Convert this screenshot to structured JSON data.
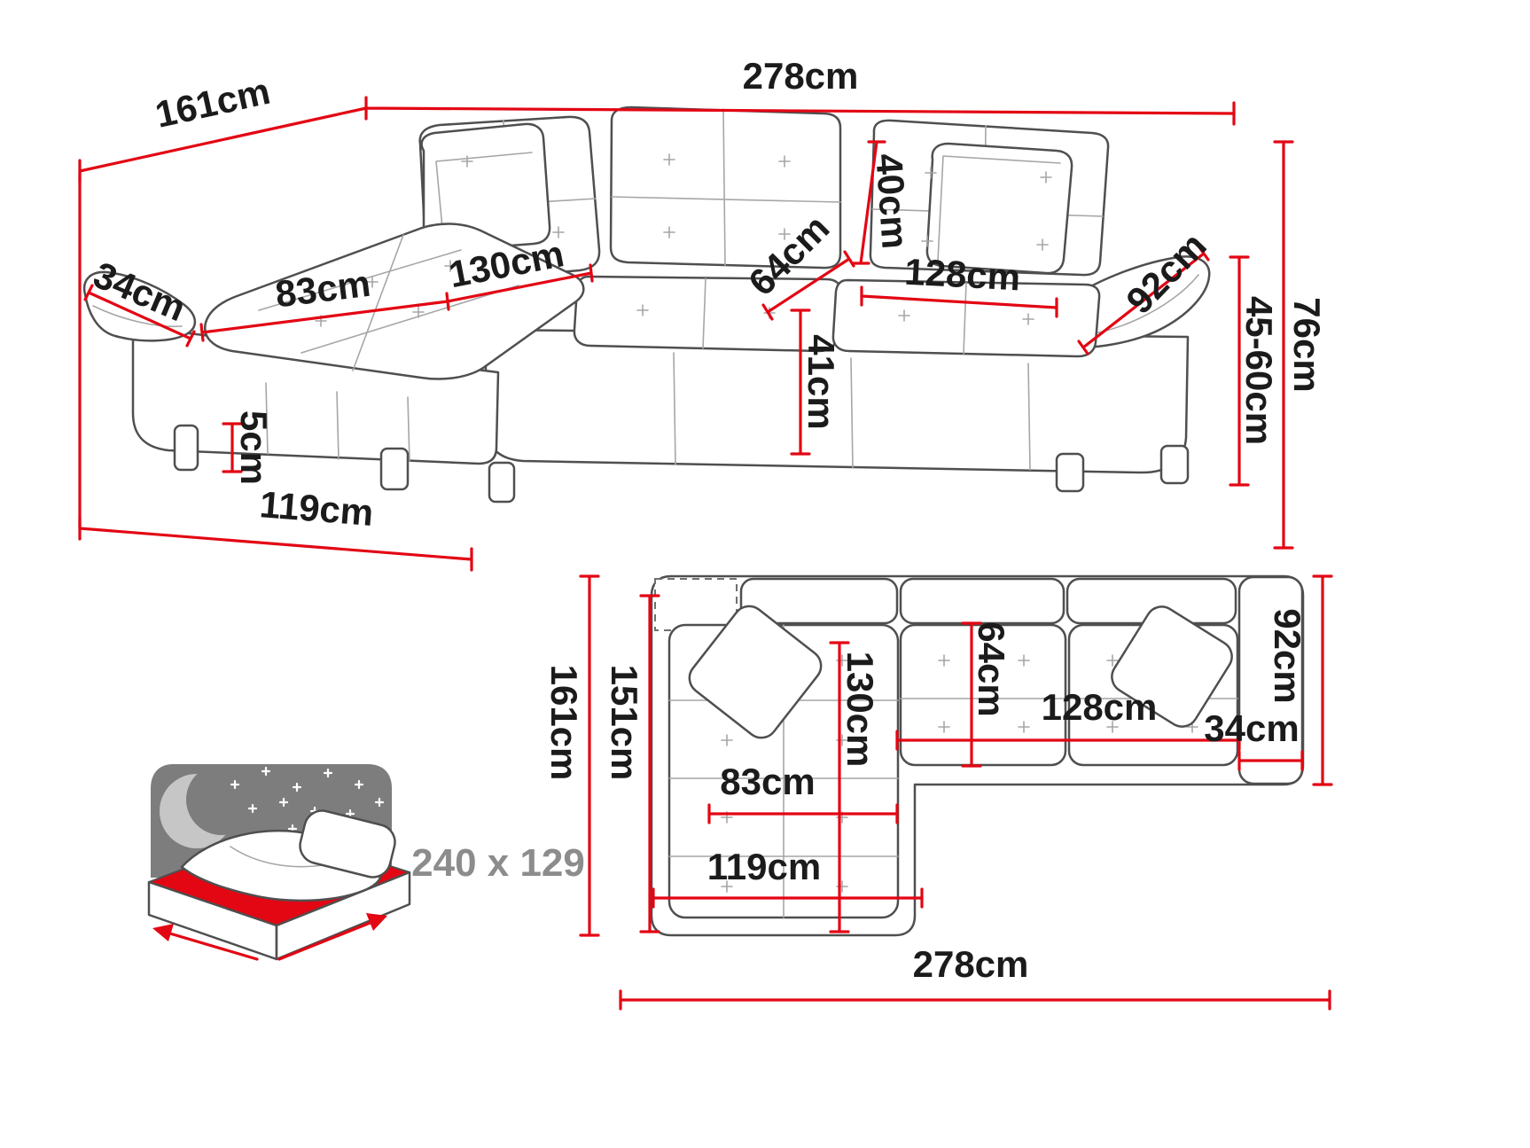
{
  "diagram": {
    "description": "Corner sofa bed dimensions diagram with perspective view, top view and fold-out sleeping function icon"
  },
  "colors": {
    "dimension_red": "#e30613",
    "outline_gray": "#4f4f4f",
    "seam_gray": "#a6a6a6",
    "headboard_gray": "#7d7d7d",
    "moon_gray": "#c6c6c6",
    "label_black": "#1b1b1b",
    "sleeping_label_gray": "#8c8c8c"
  },
  "perspective_view": {
    "labels": {
      "total_width": "278cm",
      "total_depth": "161cm",
      "headrest_height": "40cm",
      "seat_depth": "64cm",
      "seat_width": "128cm",
      "armrest_length": "92cm",
      "total_height": "76cm",
      "seat_height_range": "45-60cm",
      "armrest_width": "34cm",
      "chaise_seat_width": "83cm",
      "chaise_length": "130cm",
      "seat_height": "41cm",
      "leg_height": "5cm",
      "chaise_width": "119cm"
    }
  },
  "plan_view": {
    "labels": {
      "total_depth": "161cm",
      "inner_depth": "151cm",
      "chaise_length": "130cm",
      "seat_depth": "64cm",
      "seat_width": "128cm",
      "armrest_width": "34cm",
      "armrest_length": "92cm",
      "chaise_seat_width": "83cm",
      "chaise_width": "119cm",
      "total_width": "278cm"
    }
  },
  "sleeping_function": {
    "icon": "sofa-bed-icon",
    "sleeping_area": "240 x 129"
  }
}
